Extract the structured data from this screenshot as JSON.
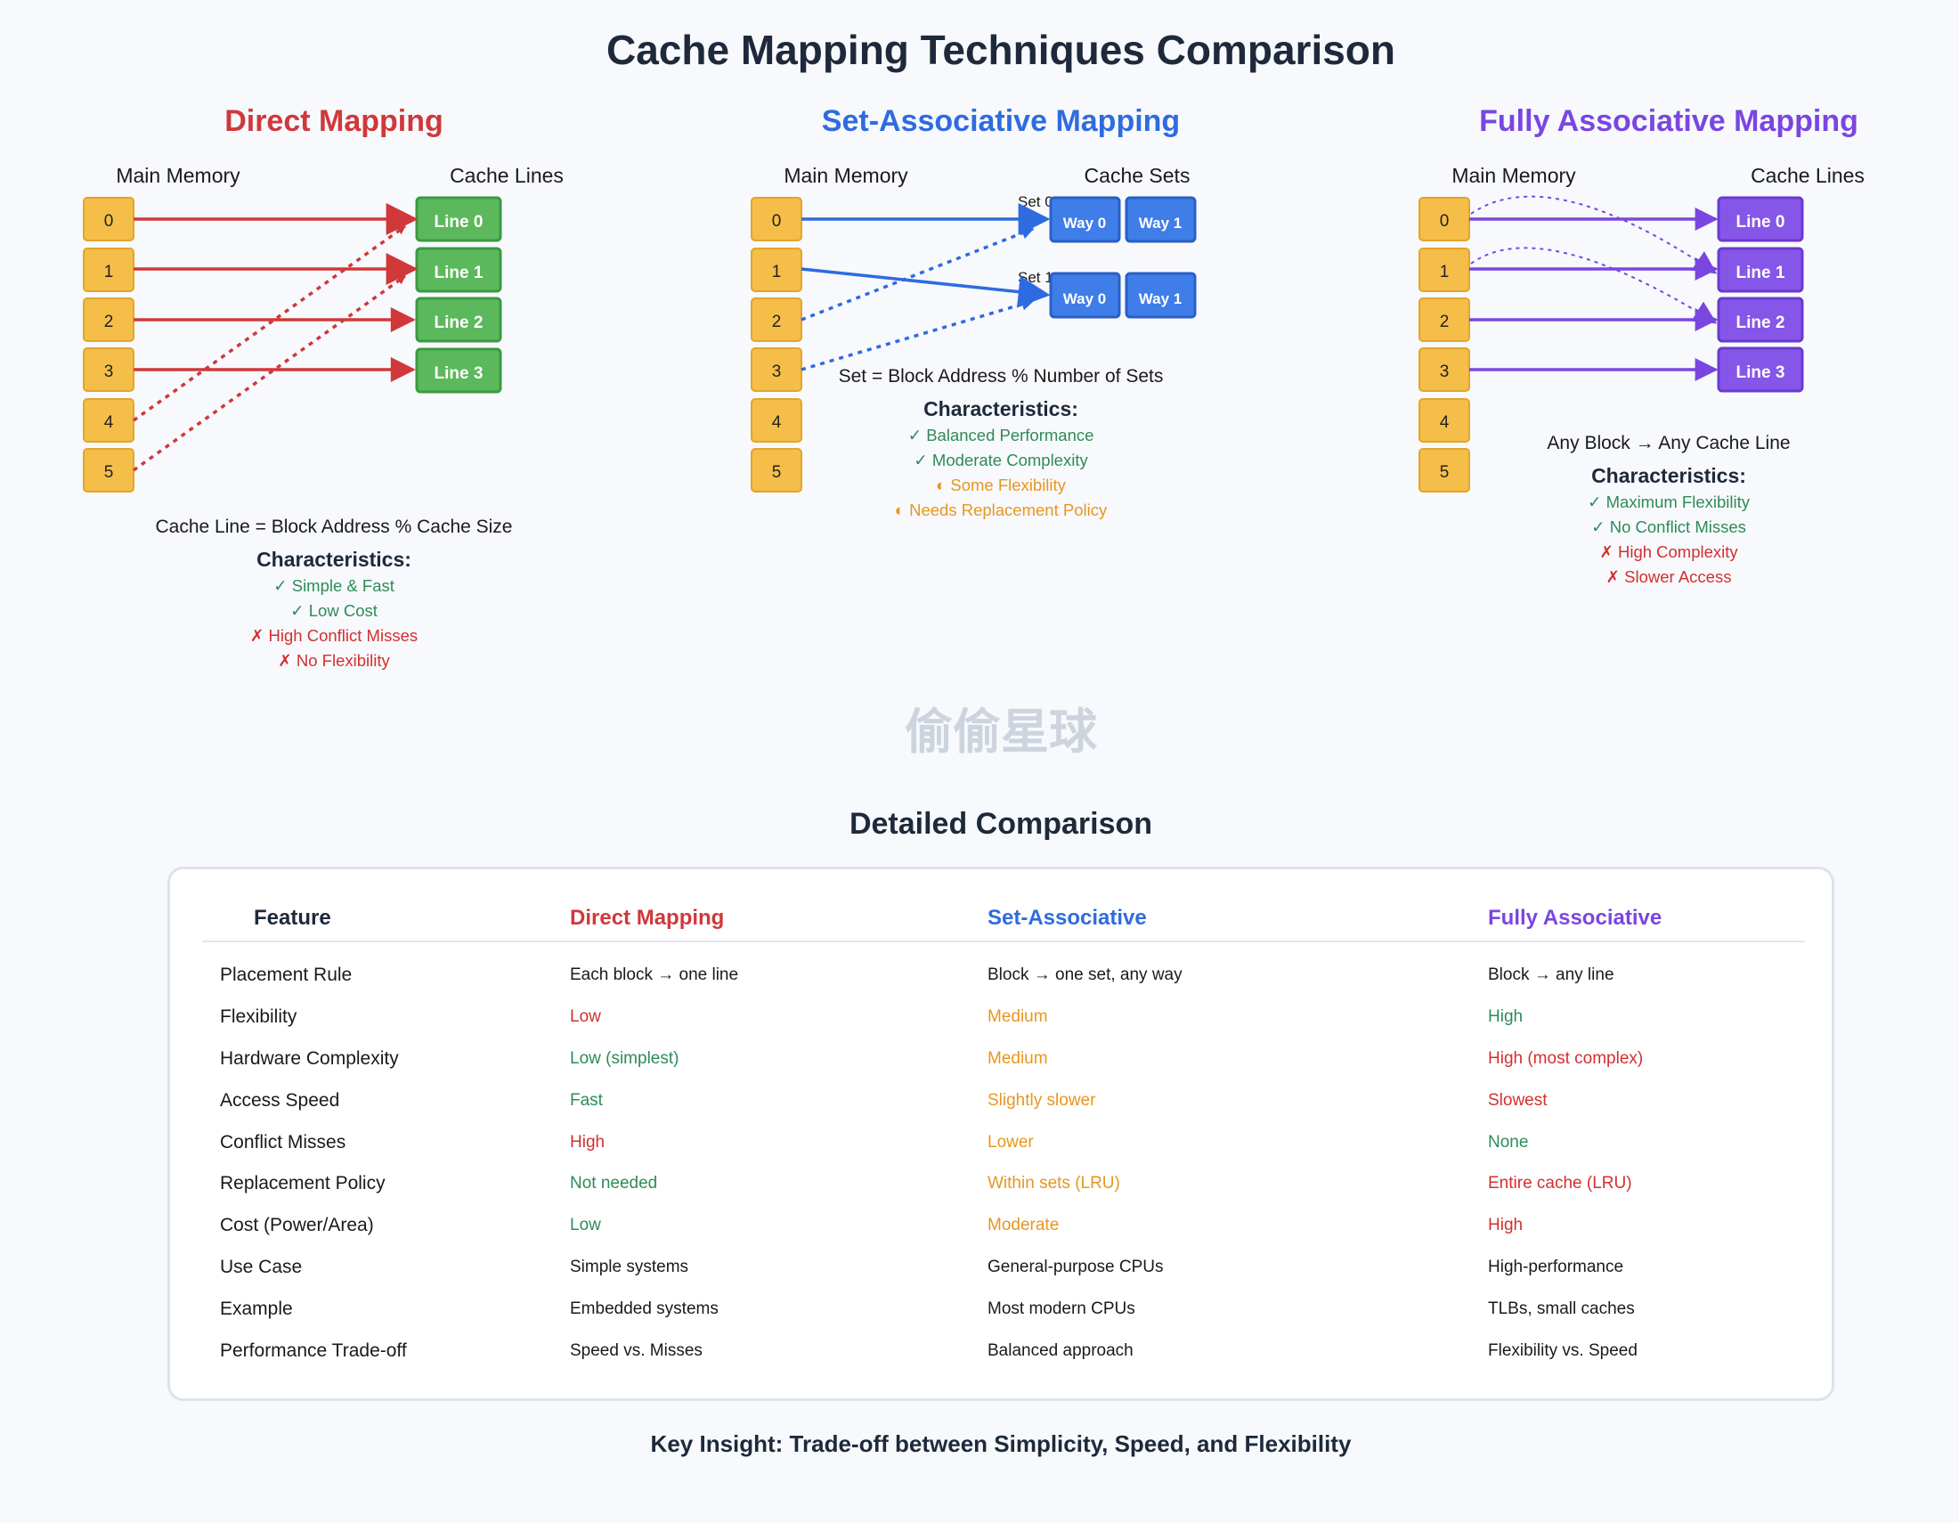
{
  "title": "Cache Mapping Techniques Comparison",
  "colors": {
    "direct": "#d0383a",
    "set": "#2f6be0",
    "fully": "#7a46e0",
    "memory_block": "#f4be48",
    "good": "#2e8b57",
    "medium": "#e8961e",
    "bad": "#d32f2f",
    "text": "#1e293b"
  },
  "panels": {
    "direct": {
      "title": "Direct Mapping",
      "memory_label": "Main Memory",
      "cache_label": "Cache Lines",
      "blocks": [
        "0",
        "1",
        "2",
        "3",
        "4",
        "5"
      ],
      "lines": [
        "Line 0",
        "Line 1",
        "Line 2",
        "Line 3"
      ],
      "formula": "Cache Line = Block Address % Cache Size",
      "characteristics_title": "Characteristics:",
      "characteristics": [
        {
          "text": "✓ Simple & Fast",
          "kind": "good"
        },
        {
          "text": "✓ Low Cost",
          "kind": "good"
        },
        {
          "text": "✗ High Conflict Misses",
          "kind": "bad"
        },
        {
          "text": "✗ No Flexibility",
          "kind": "bad"
        }
      ]
    },
    "set": {
      "title": "Set-Associative Mapping",
      "memory_label": "Main Memory",
      "cache_label": "Cache Sets",
      "blocks": [
        "0",
        "1",
        "2",
        "3",
        "4",
        "5"
      ],
      "set_labels": [
        "Set 0",
        "Set 1"
      ],
      "ways": [
        "Way 0",
        "Way 1"
      ],
      "formula": "Set = Block Address % Number of Sets",
      "characteristics_title": "Characteristics:",
      "characteristics": [
        {
          "text": "✓ Balanced Performance",
          "kind": "good"
        },
        {
          "text": "✓ Moderate Complexity",
          "kind": "good"
        },
        {
          "text": "◐ Some Flexibility",
          "kind": "medium"
        },
        {
          "text": "◐ Needs Replacement Policy",
          "kind": "medium"
        }
      ]
    },
    "fully": {
      "title": "Fully Associative Mapping",
      "memory_label": "Main Memory",
      "cache_label": "Cache Lines",
      "blocks": [
        "0",
        "1",
        "2",
        "3",
        "4",
        "5"
      ],
      "lines": [
        "Line 0",
        "Line 1",
        "Line 2",
        "Line 3"
      ],
      "formula": "Any Block → Any Cache Line",
      "characteristics_title": "Characteristics:",
      "characteristics": [
        {
          "text": "✓ Maximum Flexibility",
          "kind": "good"
        },
        {
          "text": "✓ No Conflict Misses",
          "kind": "good"
        },
        {
          "text": "✗ High Complexity",
          "kind": "bad"
        },
        {
          "text": "✗ Slower Access",
          "kind": "bad"
        }
      ]
    }
  },
  "watermark": "偷偷星球",
  "comparison": {
    "title": "Detailed Comparison",
    "headers": [
      "Feature",
      "Direct Mapping",
      "Set-Associative",
      "Fully Associative"
    ],
    "rows": [
      {
        "feature": "Placement Rule",
        "direct": {
          "text": "Each block → one line",
          "kind": "neutral"
        },
        "set": {
          "text": "Block → one set, any way",
          "kind": "neutral"
        },
        "fully": {
          "text": "Block → any line",
          "kind": "neutral"
        }
      },
      {
        "feature": "Flexibility",
        "direct": {
          "text": "Low",
          "kind": "bad"
        },
        "set": {
          "text": "Medium",
          "kind": "medium"
        },
        "fully": {
          "text": "High",
          "kind": "good"
        }
      },
      {
        "feature": "Hardware Complexity",
        "direct": {
          "text": "Low (simplest)",
          "kind": "good"
        },
        "set": {
          "text": "Medium",
          "kind": "medium"
        },
        "fully": {
          "text": "High (most complex)",
          "kind": "bad"
        }
      },
      {
        "feature": "Access Speed",
        "direct": {
          "text": "Fast",
          "kind": "good"
        },
        "set": {
          "text": "Slightly slower",
          "kind": "medium"
        },
        "fully": {
          "text": "Slowest",
          "kind": "bad"
        }
      },
      {
        "feature": "Conflict Misses",
        "direct": {
          "text": "High",
          "kind": "bad"
        },
        "set": {
          "text": "Lower",
          "kind": "medium"
        },
        "fully": {
          "text": "None",
          "kind": "good"
        }
      },
      {
        "feature": "Replacement Policy",
        "direct": {
          "text": "Not needed",
          "kind": "good"
        },
        "set": {
          "text": "Within sets (LRU)",
          "kind": "medium"
        },
        "fully": {
          "text": "Entire cache (LRU)",
          "kind": "bad"
        }
      },
      {
        "feature": "Cost (Power/Area)",
        "direct": {
          "text": "Low",
          "kind": "good"
        },
        "set": {
          "text": "Moderate",
          "kind": "medium"
        },
        "fully": {
          "text": "High",
          "kind": "bad"
        }
      },
      {
        "feature": "Use Case",
        "direct": {
          "text": "Simple systems",
          "kind": "neutral"
        },
        "set": {
          "text": "General-purpose CPUs",
          "kind": "neutral"
        },
        "fully": {
          "text": "High-performance",
          "kind": "neutral"
        }
      },
      {
        "feature": "Example",
        "direct": {
          "text": "Embedded systems",
          "kind": "neutral"
        },
        "set": {
          "text": "Most modern CPUs",
          "kind": "neutral"
        },
        "fully": {
          "text": "TLBs, small caches",
          "kind": "neutral"
        }
      },
      {
        "feature": "Performance Trade-off",
        "direct": {
          "text": "Speed vs. Misses",
          "kind": "neutral"
        },
        "set": {
          "text": "Balanced approach",
          "kind": "neutral"
        },
        "fully": {
          "text": "Flexibility vs. Speed",
          "kind": "neutral"
        }
      }
    ]
  },
  "insight": "Key Insight: Trade-off between Simplicity, Speed, and Flexibility"
}
